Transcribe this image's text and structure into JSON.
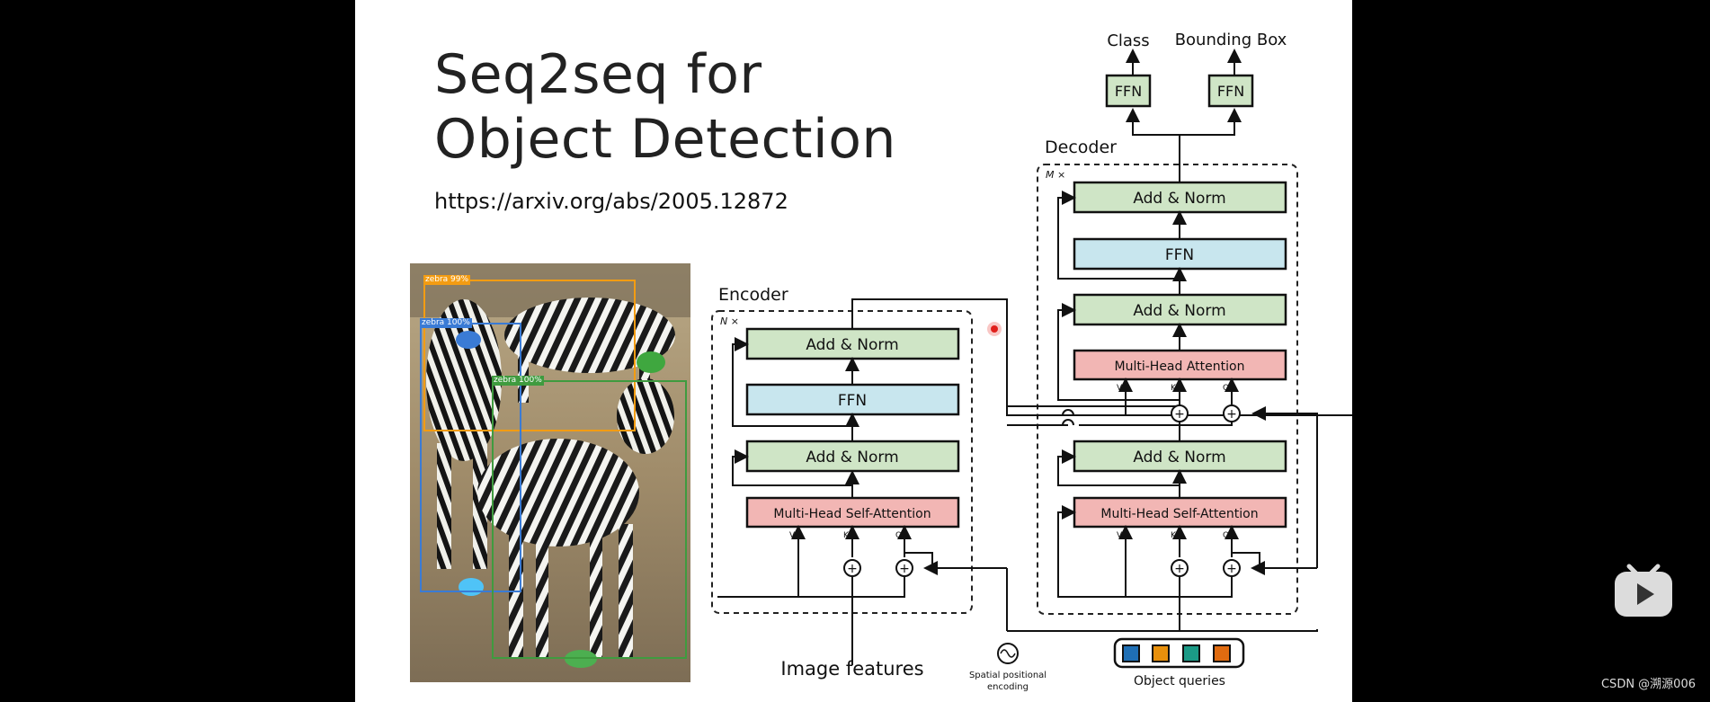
{
  "slide": {
    "title_line1": "Seq2seq for",
    "title_line2": "Object Detection",
    "url": "https://arxiv.org/abs/2005.12872"
  },
  "photo": {
    "detections": [
      {
        "label": "zebra 99%",
        "color": "#f39c12"
      },
      {
        "label": "zebra 100%",
        "color": "#3a7bd5"
      },
      {
        "label": "zebra 100%",
        "color": "#3f9b3f"
      }
    ]
  },
  "diagram": {
    "outputs": {
      "class_label": "Class",
      "bbox_label": "Bounding Box",
      "ffn_label": "FFN"
    },
    "encoder": {
      "title": "Encoder",
      "repeat": "N ×",
      "add_norm": "Add & Norm",
      "ffn": "FFN",
      "attention": "Multi-Head Self-Attention",
      "inputs": {
        "v": "V",
        "k": "K",
        "q": "Q"
      }
    },
    "decoder": {
      "title": "Decoder",
      "repeat": "M ×",
      "add_norm": "Add & Norm",
      "ffn": "FFN",
      "cross_attention": "Multi-Head Attention",
      "self_attention": "Multi-Head Self-Attention",
      "inputs": {
        "v": "V",
        "k": "K",
        "q": "Q"
      }
    },
    "image_features": "Image features",
    "spatial_encoding_line1": "Spatial positional",
    "spatial_encoding_line2": "encoding",
    "object_queries": "Object queries",
    "query_colors": [
      "#1f6fb5",
      "#e8900c",
      "#1b9a86",
      "#e06b10"
    ],
    "colors": {
      "add_norm": "#cfe5c6",
      "ffn": "#c8e6ee",
      "attention": "#f2b6b4",
      "marker": "#e0201c"
    }
  },
  "overlay": {
    "watermark": "CSDN @溯源006"
  }
}
